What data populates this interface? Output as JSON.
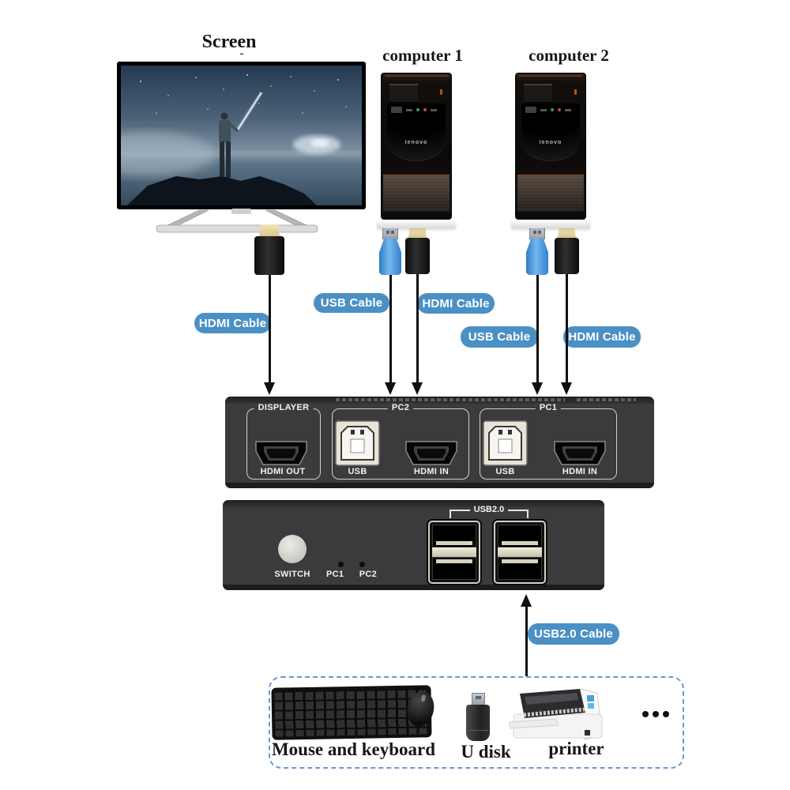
{
  "titles": {
    "screen": "Screen",
    "screen_dash": "-",
    "computer1": "computer 1",
    "computer2": "computer 2"
  },
  "cables": {
    "hdmi_display": "HDMI Cable",
    "usb_c1": "USB Cable",
    "hdmi_c1": "HDMI Cable",
    "usb_c2": "USB Cable",
    "hdmi_c2": "HDMI Cable",
    "usb20": "USB2.0 Cable"
  },
  "kvm_ports_panel": {
    "displayer": "DISPLAYER",
    "pc2": "PC2",
    "pc1": "PC1",
    "hdmi_out": "HDMI OUT",
    "usb": "USB",
    "hdmi_in": "HDMI IN"
  },
  "kvm_front_panel": {
    "switch": "SWITCH",
    "pc1": "PC1",
    "pc2": "PC2",
    "usb20": "USB2.0"
  },
  "peripherals": {
    "mouse_keyboard": "Mouse and keyboard",
    "u_disk": "U disk",
    "printer": "printer"
  },
  "brand": {
    "lenovo": "lenovo"
  },
  "colors": {
    "label_pill": "#4b90c5",
    "device_body": "#3b3b3d",
    "dashed_border": "#6b9bd2",
    "usb_plug_blue": "#4394dd"
  }
}
